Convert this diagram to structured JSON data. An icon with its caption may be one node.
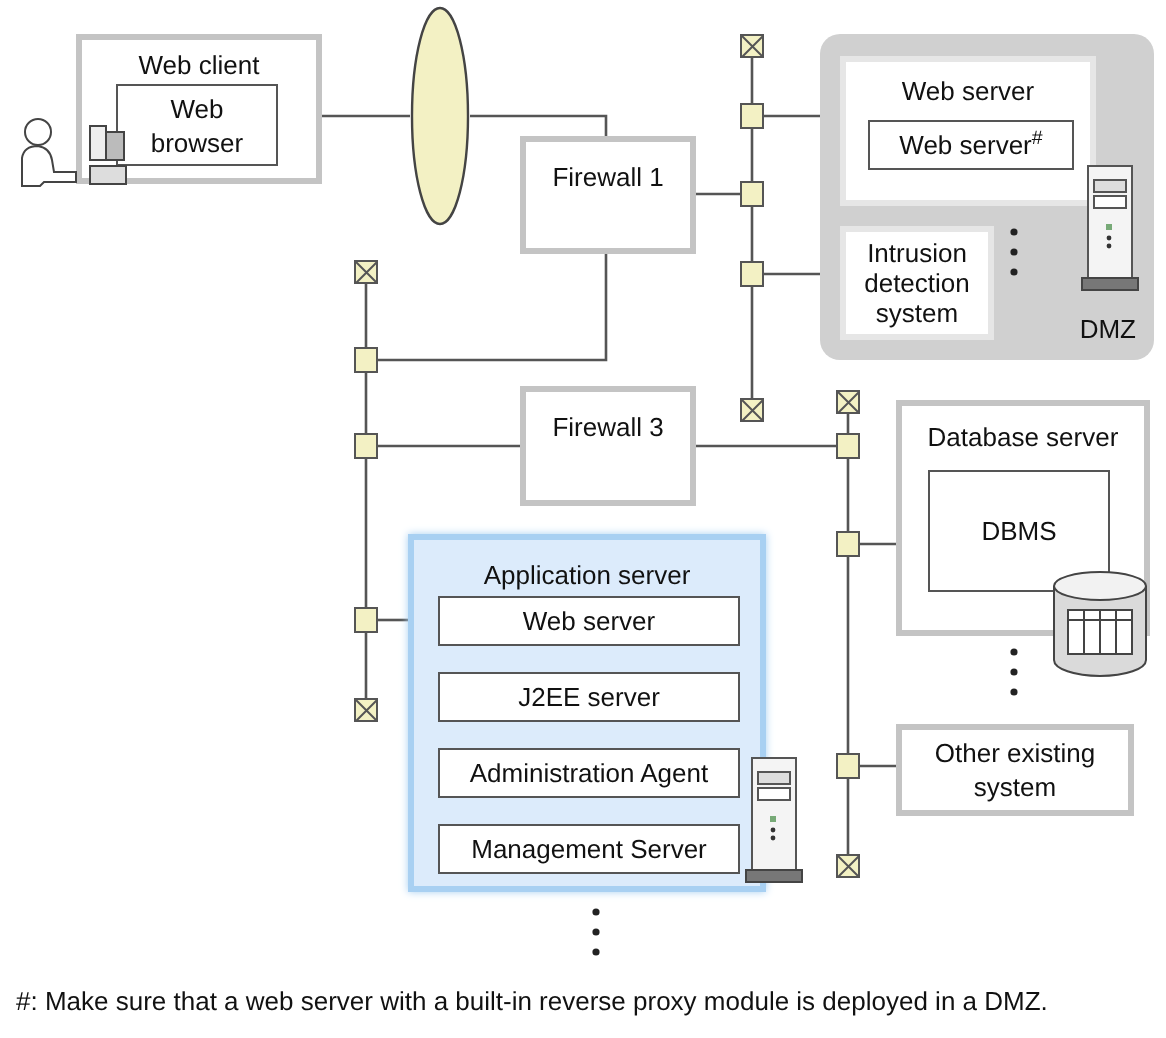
{
  "diagram": {
    "nodes": [
      {
        "text": [
          "Web client"
        ]
      },
      {
        "text": [
          "Web browser"
        ],
        "in": 0
      },
      {
        "text": [],
        "shape": "ellipse"
      },
      {
        "text": [],
        "shape": "bar"
      },
      {
        "text": [
          "Firewall 1"
        ]
      },
      {
        "text": [
          "DMZ"
        ]
      },
      {
        "text": [
          "Web server"
        ],
        "in": 5
      },
      {
        "text": [
          "Web server$^{#}$"
        ],
        "in": 6
      },
      {
        "text": [
          "Intrusion detection system"
        ],
        "in": 5
      },
      {
        "text": [],
        "shape": "bar"
      },
      {
        "text": [
          "Firewall 3"
        ]
      },
      {
        "text": [],
        "shape": "bar"
      },
      {
        "text": [
          "Database server"
        ]
      },
      {
        "text": [
          "DBMS"
        ],
        "in": 12
      },
      {
        "text": [
          "Application server"
        ]
      },
      {
        "text": [
          "Web server"
        ],
        "in": 14
      },
      {
        "text": [
          "J2EE server"
        ],
        "in": 14
      },
      {
        "text": [
          "Administration Agent"
        ],
        "in": 14
      },
      {
        "text": [
          "Management Server"
        ],
        "in": 14
      },
      {
        "text": [
          "Other existing system"
        ]
      }
    ],
    "edges": [
      {
        "from": 0,
        "to": 2,
        "arrow": "none"
      },
      {
        "from": 2,
        "to": 4,
        "arrow": "none"
      },
      {
        "from": 4,
        "to": 3,
        "arrow": "none"
      },
      {
        "from": 3,
        "to": 6,
        "arrow": "none"
      },
      {
        "from": 3,
        "to": 8,
        "arrow": "none"
      },
      {
        "from": 4,
        "to": 9,
        "arrow": "none"
      },
      {
        "from": 9,
        "to": 10,
        "arrow": "none"
      },
      {
        "from": 10,
        "to": 11,
        "arrow": "none"
      },
      {
        "from": 9,
        "to": 14,
        "arrow": "none"
      },
      {
        "from": 11,
        "to": 12,
        "arrow": "none"
      },
      {
        "from": 11,
        "to": 19,
        "arrow": "none"
      }
    ],
    "labels": [
      "#: Make sure that a web server with a built-in reverse proxy module is deployed in a DMZ."
    ]
  }
}
